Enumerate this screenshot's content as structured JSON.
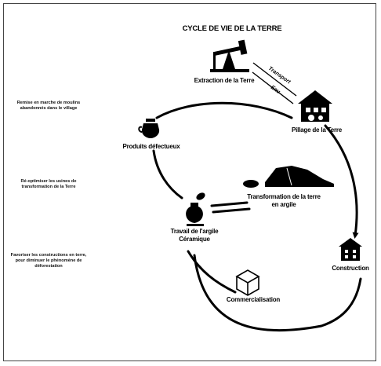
{
  "diagram": {
    "title": "CYCLE DE VIE DE LA TERRE",
    "nodes": {
      "extraction": {
        "label": "Extraction de la Terre",
        "icon": "pumpjack-icon"
      },
      "pillage": {
        "label": "Pillage de la Terre",
        "icon": "house-damage-icon"
      },
      "produits": {
        "label": "Produits défectueux",
        "icon": "pot-icon"
      },
      "transformation": {
        "label": "Transformation de la terre en argile",
        "icon": "earth-mound-icon"
      },
      "travail": {
        "label": "Travail de l'argile Céramique",
        "icon": "vase-icon"
      },
      "construction": {
        "label": "Construction",
        "icon": "building-icon"
      },
      "commercialisation": {
        "label": "Commercialisation",
        "icon": "box-icon"
      }
    },
    "edges": {
      "transport": "Transport",
      "eau": "Eau"
    },
    "notes": [
      "Remise en marche de moulins abandonnés dans le village",
      "Ré-optimiser les usines de transformation de la Terre",
      "Favoriser les constructions en terre, pour diminuer le phénomène de déforestation"
    ],
    "colors": {
      "ink": "#000000",
      "frame": "#444444",
      "background": "#ffffff"
    }
  }
}
